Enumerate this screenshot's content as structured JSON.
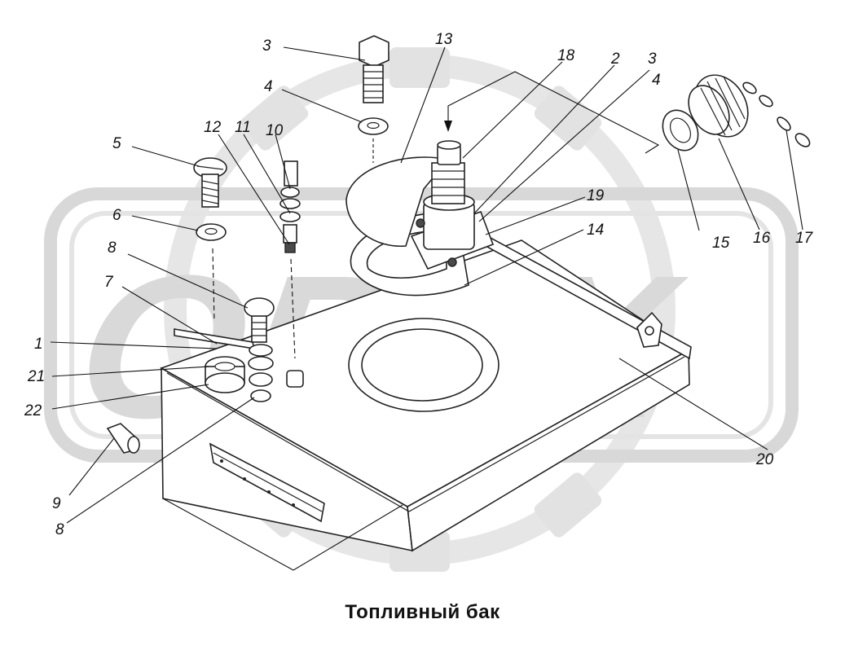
{
  "caption": "Топливный бак",
  "watermark": {
    "text": "OPEX",
    "color": "#d9d9d9"
  },
  "callouts": [
    "1",
    "2",
    "3",
    "3",
    "4",
    "4",
    "5",
    "6",
    "7",
    "8",
    "8",
    "9",
    "10",
    "11",
    "12",
    "13",
    "14",
    "15",
    "16",
    "17",
    "18",
    "19",
    "20",
    "21",
    "22"
  ]
}
